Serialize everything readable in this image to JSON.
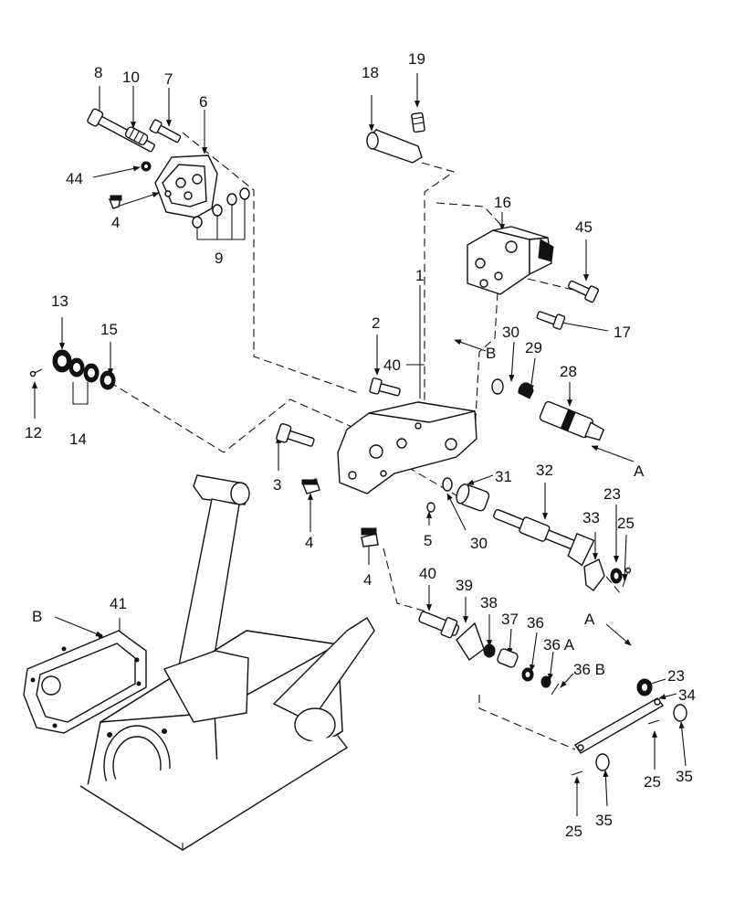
{
  "callouts": [
    {
      "id": "c8",
      "text": "8"
    },
    {
      "id": "c10",
      "text": "10"
    },
    {
      "id": "c7",
      "text": "7"
    },
    {
      "id": "c6",
      "text": "6"
    },
    {
      "id": "c44",
      "text": "44"
    },
    {
      "id": "c4a",
      "text": "4"
    },
    {
      "id": "c9",
      "text": "9"
    },
    {
      "id": "c18",
      "text": "18"
    },
    {
      "id": "c19",
      "text": "19"
    },
    {
      "id": "c16",
      "text": "16"
    },
    {
      "id": "c45",
      "text": "45"
    },
    {
      "id": "c17",
      "text": "17"
    },
    {
      "id": "c1",
      "text": "1"
    },
    {
      "id": "c13",
      "text": "13"
    },
    {
      "id": "c15",
      "text": "15"
    },
    {
      "id": "c2",
      "text": "2"
    },
    {
      "id": "c40a",
      "text": "40"
    },
    {
      "id": "cBa",
      "text": "B"
    },
    {
      "id": "c30a",
      "text": "30"
    },
    {
      "id": "c29",
      "text": "29"
    },
    {
      "id": "c28",
      "text": "28"
    },
    {
      "id": "c12",
      "text": "12"
    },
    {
      "id": "c14",
      "text": "14"
    },
    {
      "id": "cAa",
      "text": "A"
    },
    {
      "id": "c3",
      "text": "3"
    },
    {
      "id": "c31",
      "text": "31"
    },
    {
      "id": "c32",
      "text": "32"
    },
    {
      "id": "c23a",
      "text": "23"
    },
    {
      "id": "c33",
      "text": "33"
    },
    {
      "id": "c25a",
      "text": "25"
    },
    {
      "id": "c4b",
      "text": "4"
    },
    {
      "id": "c5",
      "text": "5"
    },
    {
      "id": "c30b",
      "text": "30"
    },
    {
      "id": "c4c",
      "text": "4"
    },
    {
      "id": "c40b",
      "text": "40"
    },
    {
      "id": "c39",
      "text": "39"
    },
    {
      "id": "c41",
      "text": "41"
    },
    {
      "id": "cBb",
      "text": "B"
    },
    {
      "id": "c38",
      "text": "38"
    },
    {
      "id": "c37",
      "text": "37"
    },
    {
      "id": "c36",
      "text": "36"
    },
    {
      "id": "cAb",
      "text": "A"
    },
    {
      "id": "c36A",
      "text": "36 A"
    },
    {
      "id": "c36B",
      "text": "36 B"
    },
    {
      "id": "c23b",
      "text": "23"
    },
    {
      "id": "c34",
      "text": "34"
    },
    {
      "id": "c25b",
      "text": "25"
    },
    {
      "id": "c35a",
      "text": "35"
    },
    {
      "id": "c25c",
      "text": "25"
    },
    {
      "id": "c35b",
      "text": "35"
    }
  ]
}
